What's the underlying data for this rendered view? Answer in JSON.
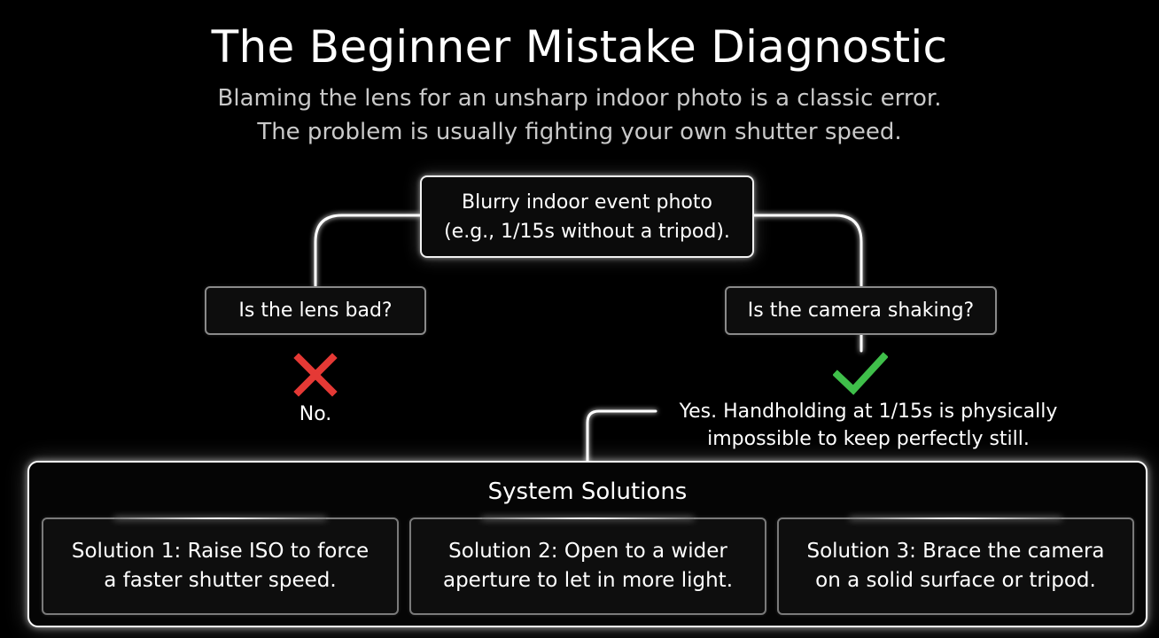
{
  "header": {
    "title": "The Beginner Mistake Diagnostic",
    "subtitle_line1": "Blaming the lens for an unsharp indoor photo is a classic error.",
    "subtitle_line2": "The problem is usually fighting your own shutter speed."
  },
  "root": {
    "line1": "Blurry indoor event photo",
    "line2": "(e.g., 1/15s without a tripod)."
  },
  "branches": {
    "left": {
      "question": "Is the lens bad?",
      "answer": "No.",
      "icon": "cross-icon"
    },
    "right": {
      "question": "Is the camera shaking?",
      "answer_line1": "Yes. Handholding at 1/15s is physically",
      "answer_line2": "impossible to keep perfectly still.",
      "icon": "check-icon"
    }
  },
  "solutions": {
    "title": "System Solutions",
    "items": [
      {
        "line1": "Solution 1: Raise ISO to force",
        "line2": "a faster shutter speed."
      },
      {
        "line1": "Solution 2: Open to a wider",
        "line2": "aperture to let in more light."
      },
      {
        "line1": "Solution 3: Brace the camera",
        "line2": "on a solid surface or tripod."
      }
    ]
  },
  "colors": {
    "background": "#000000",
    "cross": "#e53935",
    "check": "#3fbf4a",
    "glow": "#ffffff"
  }
}
